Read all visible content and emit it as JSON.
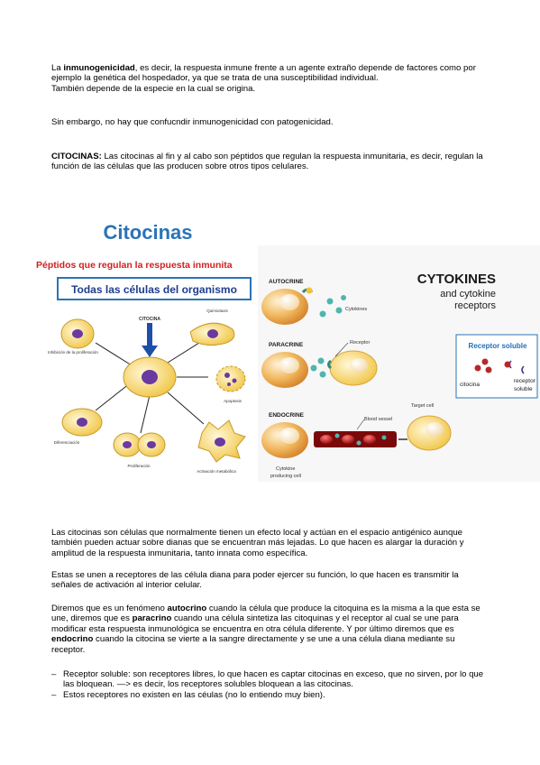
{
  "intro": {
    "p1_a": "La ",
    "p1_bold": "inmunogenicidad",
    "p1_b": ", es decir, la respuesta inmune frente a un agente extraño depende de factores como por ejemplo la genética del hospedador, ya que se trata de una susceptibilidad individual.",
    "p1_line2": "También depende de la especie en la cual se origina.",
    "p2": "Sin embargo, no hay que confucndir inmunogenicidad con patogenicidad.",
    "p3_bold": "CITOCINAS:",
    "p3": " Las citocinas al fin y al cabo son péptidos que regulan la respuesta inmunitaria, es decir, regulan la función de las células que las producen sobre otros tipos celulares."
  },
  "figure_left": {
    "title": "Citocinas",
    "subtitle": "Péptidos que regulan la respuesta inmunita",
    "box": "Todas las células del organismo",
    "center": "CITOCINA",
    "labels": [
      "Inhibición de la proliferación",
      "Quimiotaxis",
      "Apoptosis",
      "Diferenciación",
      "Proliferación",
      "Activación metabólica"
    ]
  },
  "figure_right": {
    "title1": "CYTOKINES",
    "title2": "and cytokine",
    "title3": "receptors",
    "autocrine": "AUTOCRINE",
    "paracrine": "PARACRINE",
    "endocrine": "ENDOCRINE",
    "cytokines": "Cytokines",
    "receptor": "Receptor",
    "target_cell": "Target cell",
    "blood_vessel": "Blood vessel",
    "producing_cell_1": "Cytokine",
    "producing_cell_2": "producing cell",
    "soluble_title": "Receptor soluble",
    "soluble_citocina": "citocina",
    "soluble_receptor_1": "receptor",
    "soluble_receptor_2": "soluble",
    "colors": {
      "cell_orange": "#e8a24a",
      "receptor_teal": "#3aa6a0",
      "cytokine_teal": "#4fb5ae",
      "vessel_red": "#8b0d0d",
      "title_blue": "#1f6fb8"
    }
  },
  "body": {
    "p4": " Las citocinas son células que normalmente tienen un efecto local y actúan en el espacio antigénico aunque también pueden actuar sobre dianas que se encuentran más lejadas. Lo que hacen es alargar la duración y amplitud de la respuesta inmunitaria, tanto innata como específica.",
    "p5": "Estas se unen a receptores de las célula diana para poder ejercer su función, lo que hacen es transmitir la señales de activación al interior celular.",
    "p6_a": "Diremos que es un fenómeno ",
    "p6_b1": "autocrino",
    "p6_c": " cuando la célula que produce la citoquina es la misma a la que esta se une, diremos que es ",
    "p6_b2": "paracrino",
    "p6_d": " cuando una célula sintetiza las citoquinas y el receptor al cual se une para modificar esta respuesta inmunológica se encuentra en otra célula diferente. Y por último diremos que es ",
    "p6_b3": "endocrino",
    "p6_e": " cuando la citocina se vierte a la sangre directamente y se une a una célula diana mediante su receptor.",
    "list": [
      "Receptor soluble: son receptores libres, lo que hacen es captar citocinas en exceso, que no sirven, por lo que las bloquean. —> es decir, los receptores solubles bloquean a las citocinas.",
      "Estos receptores no existen en las céulas (no lo entiendo muy bien)."
    ]
  }
}
